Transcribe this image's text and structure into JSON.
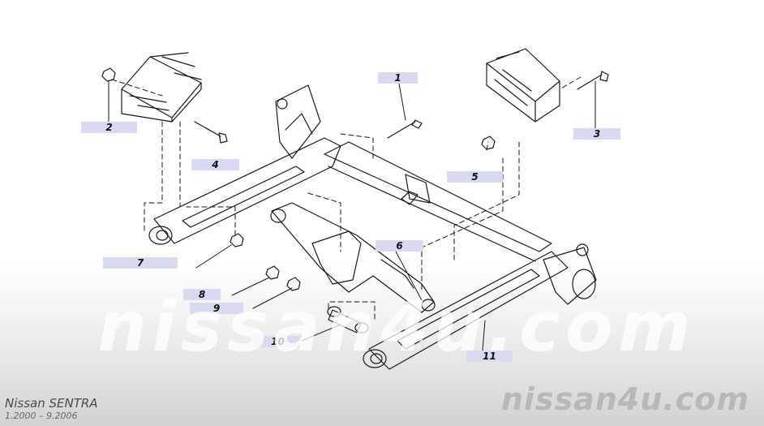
{
  "callouts": [
    {
      "id": "1",
      "label": "1"
    },
    {
      "id": "2",
      "label": "2"
    },
    {
      "id": "3",
      "label": "3"
    },
    {
      "id": "4",
      "label": "4"
    },
    {
      "id": "5",
      "label": "5"
    },
    {
      "id": "6",
      "label": "6"
    },
    {
      "id": "7",
      "label": "7"
    },
    {
      "id": "8",
      "label": "8"
    },
    {
      "id": "9",
      "label": "9"
    },
    {
      "id": "10",
      "label": "10"
    },
    {
      "id": "11",
      "label": "11"
    }
  ],
  "footer": {
    "watermark": "nissan4u.com",
    "brand": "nissan4u.com",
    "model": "Nissan SENTRA",
    "period": "1.2000 – 9.2006"
  },
  "colors": {
    "line": "#1a1a1a",
    "callout_fill": "#d9d9f2",
    "brand_gray": "#b8b8b8"
  }
}
